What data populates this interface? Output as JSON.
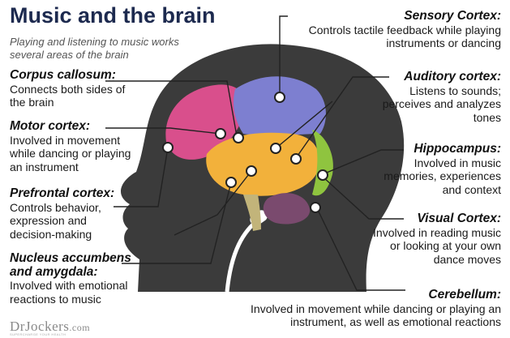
{
  "header": {
    "title": "Music and the brain",
    "subtitle": "Playing and listening to music works several areas of the brain"
  },
  "regions": [
    {
      "title": "Corpus callosum:",
      "desc": "Connects both sides of the brain"
    },
    {
      "title": "Motor cortex:",
      "desc": "Involved in movement while dancing or playing an instrument"
    },
    {
      "title": "Prefrontal cortex:",
      "desc": "Controls behavior, expression and decision-making"
    },
    {
      "title": "Nucleus accumbens and amygdala:",
      "desc": "Involved with emotional reactions to music"
    },
    {
      "title": "Sensory Cortex:",
      "desc": "Controls tactile feedback while playing instruments or dancing"
    },
    {
      "title": "Auditory cortex:",
      "desc": "Listens to sounds; perceives and analyzes tones"
    },
    {
      "title": "Hippocampus:",
      "desc": "Involved in music memories, experiences and context"
    },
    {
      "title": "Visual Cortex:",
      "desc": "Involved in reading music or looking at your own dance moves"
    },
    {
      "title": "Cerebellum:",
      "desc": "Involved in movement while dancing or playing an instrument, as well as emotional reactions"
    }
  ],
  "logo": {
    "brand": "DrJockers",
    "suffix": ".com",
    "tagline": "SUPERCHARGE YOUR HEALTH"
  },
  "colors": {
    "title": "#1d2a4f",
    "head": "#3b3b3b",
    "frontal": "#d94f8c",
    "parietal": "#7d7fd0",
    "temporal": "#f2b13b",
    "occipital": "#8fc43f",
    "cerebellum": "#7a4a6e"
  }
}
